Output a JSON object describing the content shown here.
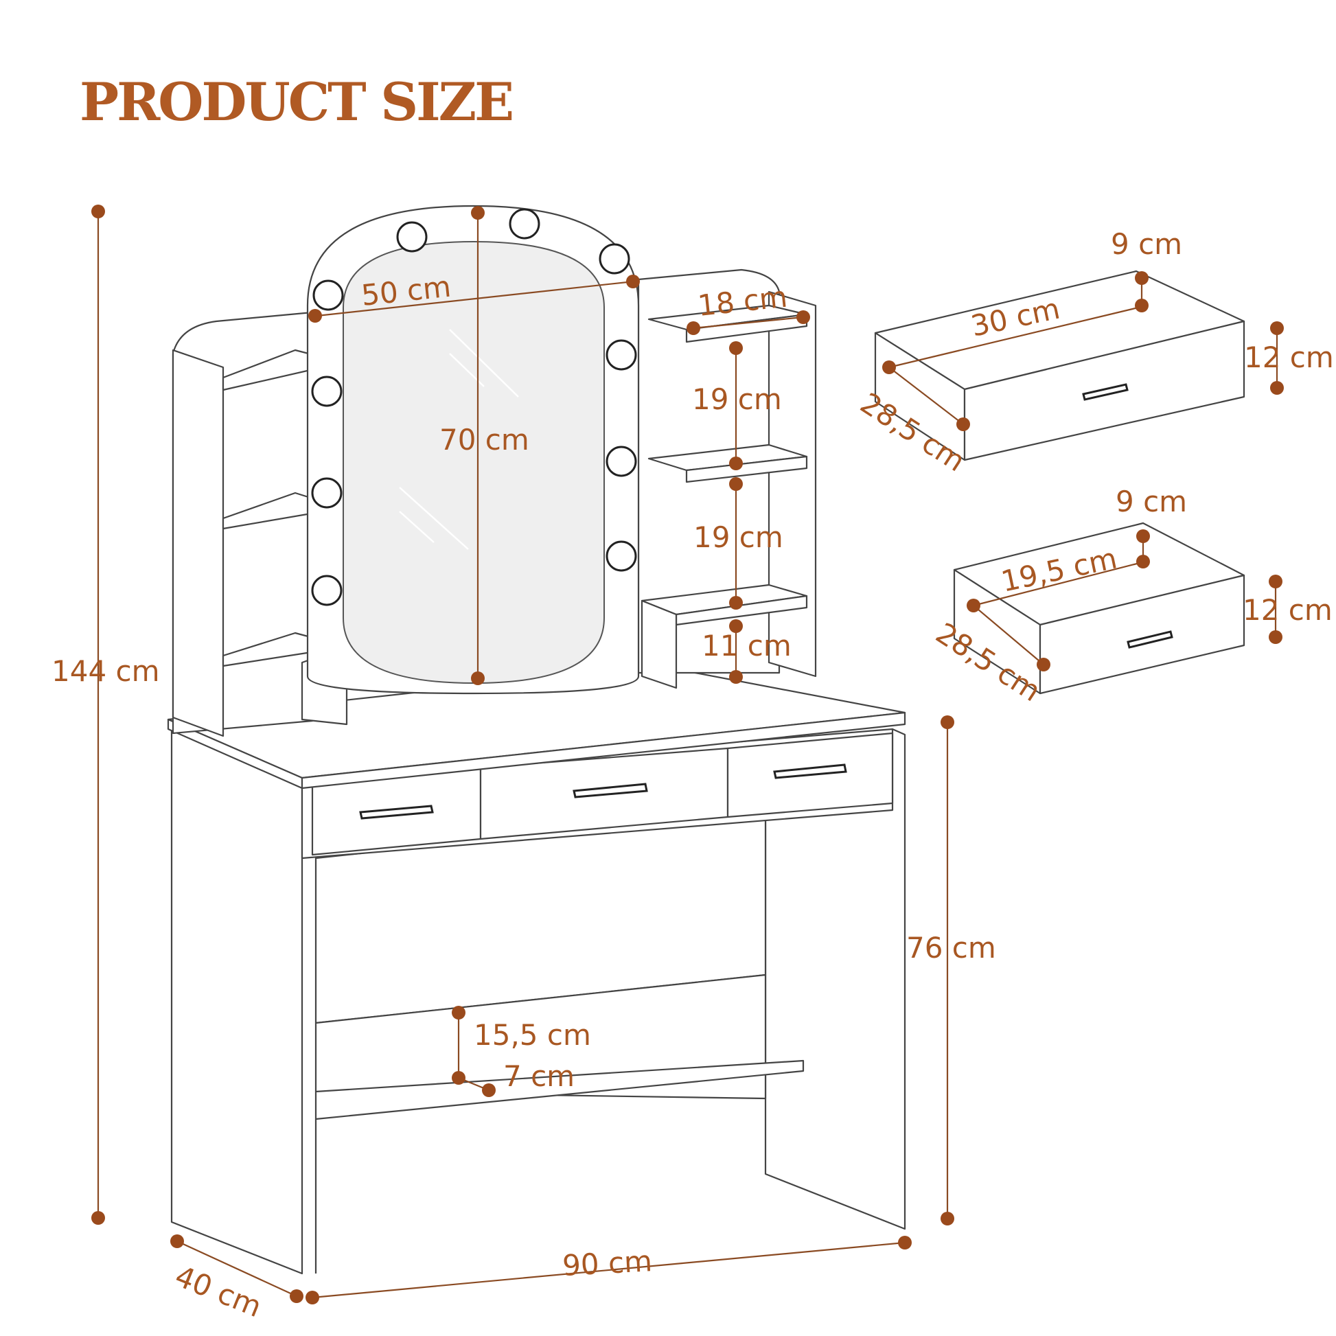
{
  "title": "PRODUCT SIZE",
  "colors": {
    "accent": "#b05a24",
    "dimension": "#9a4a1c",
    "outline": "#444444"
  },
  "dimensions": {
    "total_height": "144 cm",
    "mirror_width": "50 cm",
    "mirror_height": "70 cm",
    "shelf_width": "18 cm",
    "shelf_gap_1": "19 cm",
    "shelf_gap_2": "19 cm",
    "shelf_gap_3": "11 cm",
    "table_height": "76 cm",
    "lower_shelf_height": "15,5 cm",
    "lower_shelf_depth": "7 cm",
    "width": "90 cm",
    "depth": "40 cm"
  },
  "drawer_large": {
    "height_top": "9 cm",
    "inner_width": "30 cm",
    "front_height": "12 cm",
    "depth": "28,5 cm"
  },
  "drawer_small": {
    "height_top": "9 cm",
    "inner_width": "19,5 cm",
    "front_height": "12 cm",
    "depth": "28,5 cm"
  }
}
